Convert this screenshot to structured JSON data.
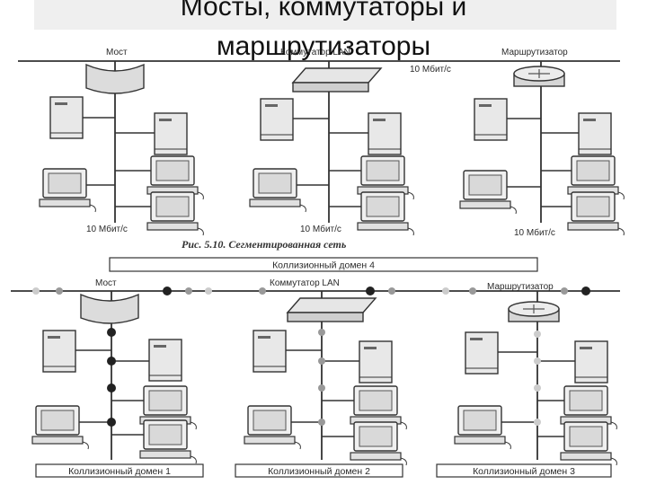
{
  "title": "Мосты, коммутаторы и маршрутизаторы",
  "title_line1": "Мосты, коммутаторы и",
  "title_line2": "маршрутизаторы",
  "top": {
    "device_labels": [
      "Мост",
      "Коммутатор LAN",
      "Маршрутизатор"
    ],
    "speed_top": "10 Мбит/с",
    "speed_bottom": "10 Мбит/с",
    "caption": "Рис. 5.10. Сегментированная сеть"
  },
  "bottom": {
    "domain_top": "Коллизионный домен 4",
    "device_labels": [
      "Мост",
      "Коммутатор LAN",
      "Маршрутизатор"
    ],
    "domains": [
      "Коллизионный домен 1",
      "Коллизионный домен 2",
      "Коллизионный домен 3"
    ]
  },
  "colors": {
    "line": "#333333",
    "dark_dot": "#222222",
    "gray_dot": "#999999",
    "light_dot": "#cccccc"
  }
}
